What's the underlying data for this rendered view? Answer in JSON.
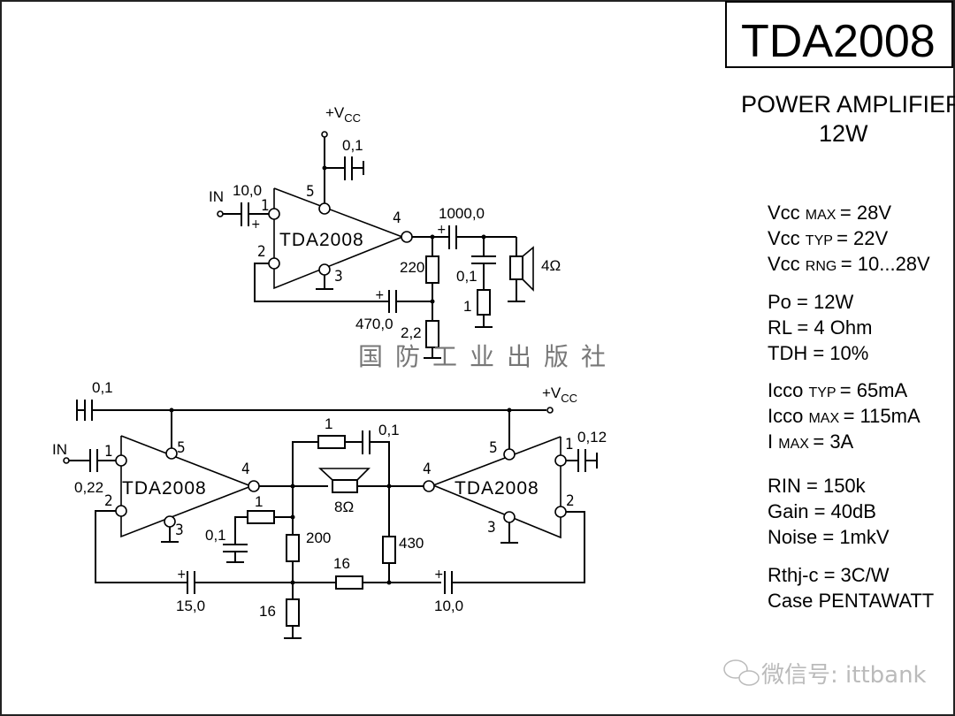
{
  "title": "TDA2008",
  "subtitle": "POWER AMPLIFIER",
  "power_rating": "12W",
  "specs": [
    {
      "main": "Vcc",
      "sub": "MAX",
      "value": "= 28V"
    },
    {
      "main": "Vcc",
      "sub": "TYP",
      "value": "= 22V"
    },
    {
      "main": "Vcc",
      "sub": "RNG",
      "value": "= 10...28V"
    },
    {
      "main": "Po",
      "sub": "",
      "value": "= 12W"
    },
    {
      "main": "RL",
      "sub": "",
      "value": "= 4 Ohm"
    },
    {
      "main": "TDH",
      "sub": "",
      "value": "= 10%"
    },
    {
      "main": "Icco",
      "sub": "TYP",
      "value": "= 65mA"
    },
    {
      "main": "Icco",
      "sub": "MAX",
      "value": "= 115mA"
    },
    {
      "main": "I",
      "sub": "MAX",
      "value": "= 3A"
    },
    {
      "main": "RIN",
      "sub": "",
      "value": "= 150k"
    },
    {
      "main": "Gain",
      "sub": "",
      "value": "= 40dB"
    },
    {
      "main": "Noise",
      "sub": "",
      "value": "= 1mkV"
    },
    {
      "main": "Rthj-c",
      "sub": "",
      "value": "= 3C/W"
    },
    {
      "main": "Case",
      "sub": "",
      "value": "PENTAWATT"
    }
  ],
  "circuit1": {
    "chip_label": "TDA2008",
    "vcc_label": "+VCC",
    "input_label": "IN",
    "pins": [
      "1",
      "2",
      "3",
      "4",
      "5"
    ],
    "components": {
      "c_in": "10,0",
      "c_vcc": "0,1",
      "c_out": "1000,0",
      "r_fb_top": "220",
      "c_fb": "470,0",
      "r_fb_bot": "2,2",
      "c_zobel": "0,1",
      "r_zobel": "1",
      "speaker": "4Ω"
    }
  },
  "circuit2": {
    "chip_label": "TDA2008",
    "vcc_label": "+VCC",
    "input_label": "IN",
    "components": {
      "c_vcc": "0,1",
      "c_in": "0,22",
      "r_bridge": "1",
      "c_bridge": "0,1",
      "speaker": "8Ω",
      "r_zobel": "1",
      "c_zobel": "0,1",
      "r_200": "200",
      "r_430": "430",
      "r_16_mid": "16",
      "r_16_bot": "16",
      "c_fb_left": "15,0",
      "c_fb_right": "10,0",
      "c_pin1_right": "0,12"
    }
  },
  "watermark_publisher": "国防工业出版社",
  "watermark_wechat": "微信号: ittbank"
}
